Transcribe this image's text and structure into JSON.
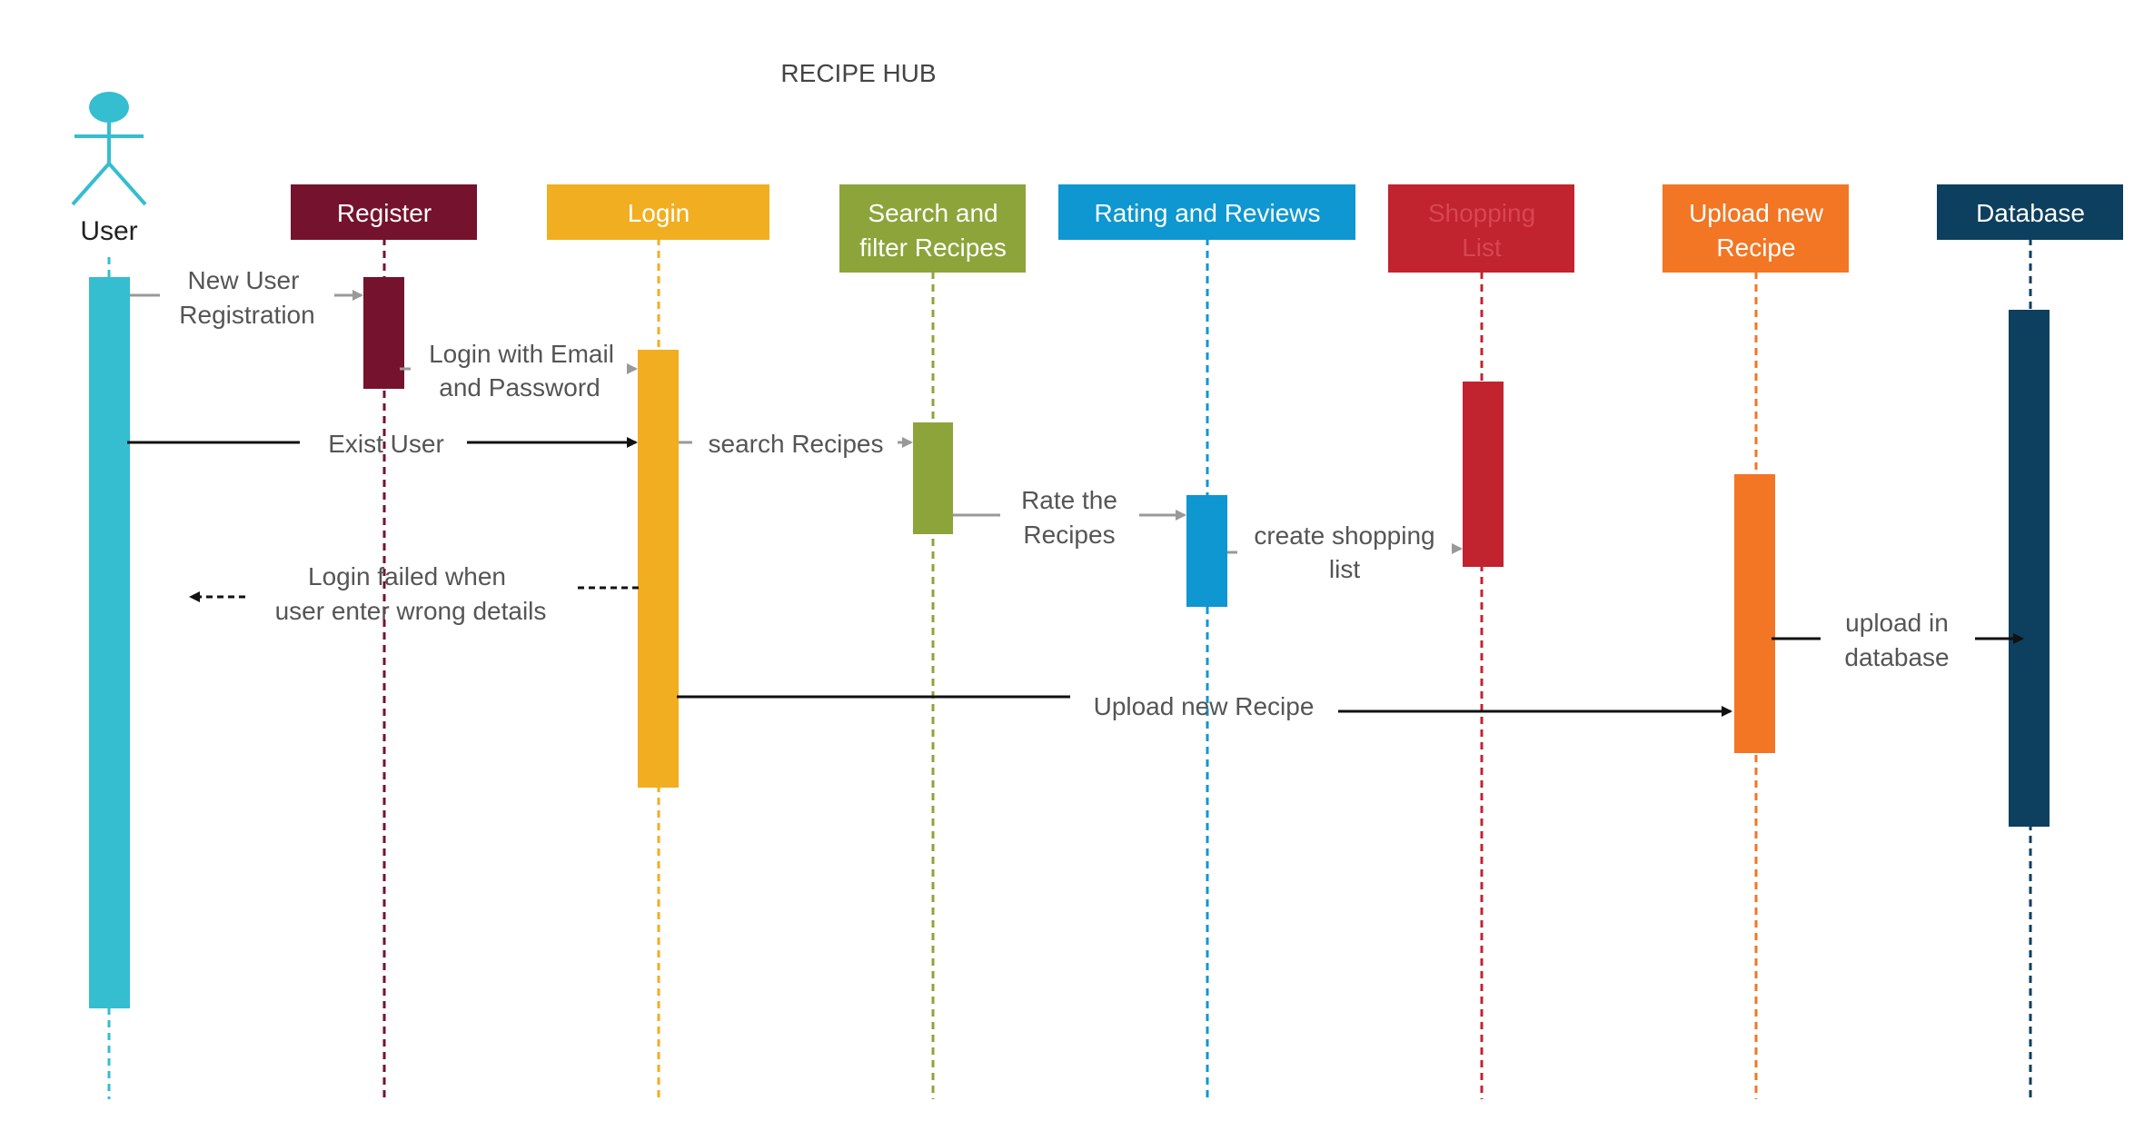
{
  "title": "RECIPE HUB",
  "actor": {
    "label": "User",
    "color": "#35bdd0",
    "icon": "stick-figure-icon"
  },
  "participants": [
    {
      "id": "register",
      "lines": [
        "Register"
      ],
      "color": "#75122e"
    },
    {
      "id": "login",
      "lines": [
        "Login"
      ],
      "color": "#f1ae21"
    },
    {
      "id": "search",
      "lines": [
        "Search and",
        "filter Recipes"
      ],
      "color": "#8da43a"
    },
    {
      "id": "rating",
      "lines": [
        "Rating and Reviews"
      ],
      "color": "#0e97d1"
    },
    {
      "id": "shopping",
      "lines": [
        "Shopping",
        "List"
      ],
      "color": "#c1232f",
      "label_color": "#d84650"
    },
    {
      "id": "upload",
      "lines": [
        "Upload new",
        "Recipe"
      ],
      "color": "#f27623"
    },
    {
      "id": "database",
      "lines": [
        "Database"
      ],
      "color": "#0d3f5e"
    }
  ],
  "messages": [
    {
      "id": "new-user-registration",
      "lines": [
        "New User",
        "Registration"
      ]
    },
    {
      "id": "login-with-email",
      "lines": [
        "Login with Email",
        "and Password"
      ]
    },
    {
      "id": "exist-user",
      "lines": [
        "Exist User"
      ]
    },
    {
      "id": "search-recipes",
      "lines": [
        "search Recipes"
      ]
    },
    {
      "id": "rate-recipes",
      "lines": [
        "Rate the",
        "Recipes"
      ]
    },
    {
      "id": "create-shopping-list",
      "lines": [
        "create shopping",
        "list"
      ]
    },
    {
      "id": "login-failed",
      "lines": [
        "Login failed when",
        "user enter wrong details"
      ]
    },
    {
      "id": "upload-in-database",
      "lines": [
        "upload in",
        "database"
      ]
    },
    {
      "id": "upload-new-recipe",
      "lines": [
        "Upload new Recipe"
      ]
    }
  ]
}
